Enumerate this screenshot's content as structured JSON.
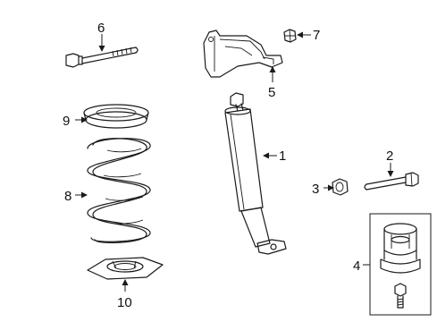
{
  "callouts": {
    "c1": "1",
    "c2": "2",
    "c3": "3",
    "c4": "4",
    "c5": "5",
    "c6": "6",
    "c7": "7",
    "c8": "8",
    "c9": "9",
    "c10": "10"
  },
  "parts": [
    {
      "ref": "1",
      "icon": "shock-absorber"
    },
    {
      "ref": "2",
      "icon": "bolt"
    },
    {
      "ref": "3",
      "icon": "nut"
    },
    {
      "ref": "4",
      "icon": "bushing"
    },
    {
      "ref": "5",
      "icon": "bracket"
    },
    {
      "ref": "6",
      "icon": "bolt"
    },
    {
      "ref": "7",
      "icon": "nut"
    },
    {
      "ref": "8",
      "icon": "coil-spring"
    },
    {
      "ref": "9",
      "icon": "spring-insulator"
    },
    {
      "ref": "10",
      "icon": "spring-seat"
    }
  ]
}
